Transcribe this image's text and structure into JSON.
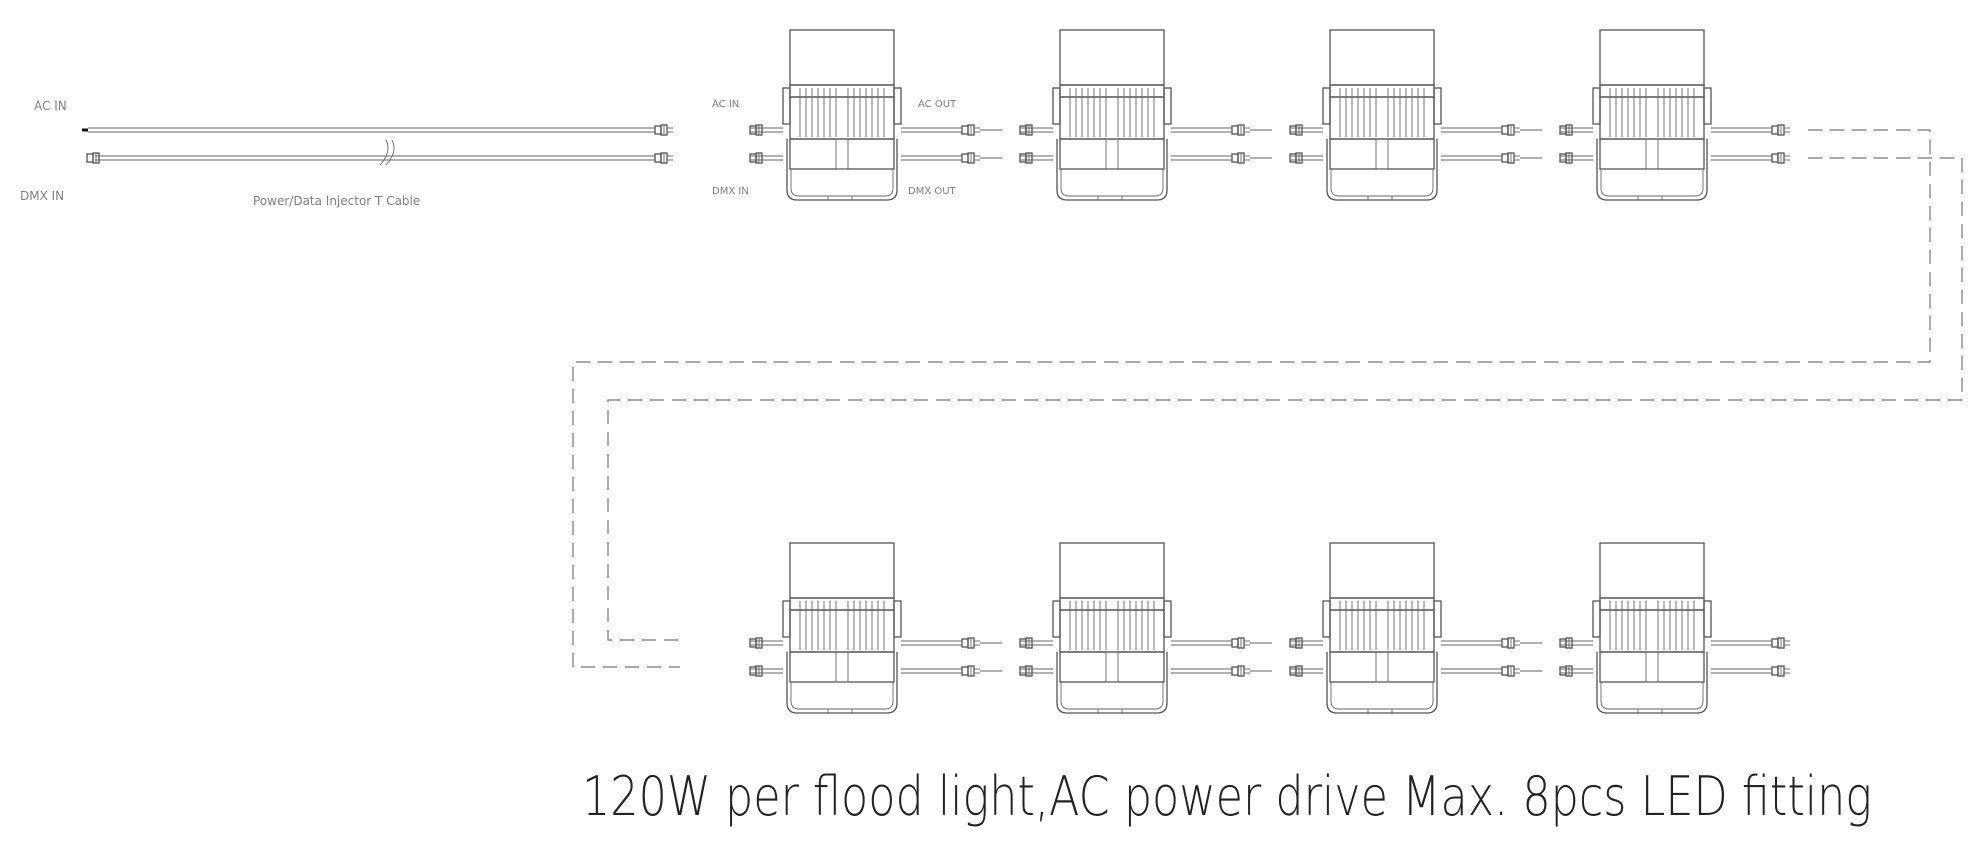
{
  "labels": {
    "ac_in_source": "AC IN",
    "dmx_in_source": "DMX IN",
    "injector_cable": "Power/Data Injector T Cable",
    "fixture_ac_in": "AC IN",
    "fixture_ac_out": "AC OUT",
    "fixture_dmx_in": "DMX IN",
    "fixture_dmx_out": "DMX OUT"
  },
  "caption": "120W per flood light,AC power drive Max. 8pcs LED fitting",
  "fixtures": [
    {
      "row": 1,
      "position": 1
    },
    {
      "row": 1,
      "position": 2
    },
    {
      "row": 1,
      "position": 3
    },
    {
      "row": 1,
      "position": 4
    },
    {
      "row": 2,
      "position": 1
    },
    {
      "row": 2,
      "position": 2
    },
    {
      "row": 2,
      "position": 3
    },
    {
      "row": 2,
      "position": 4
    }
  ]
}
